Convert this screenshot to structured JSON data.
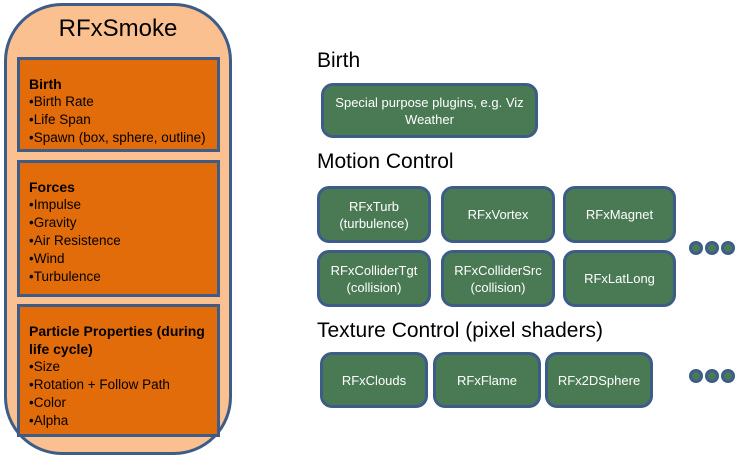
{
  "colors": {
    "peach": "#FAC090",
    "orange": "#E36C0A",
    "border-blue": "#3D5C87",
    "green": "#4A7A54",
    "heading-text": "#000000",
    "box-text": "#FFFFFF"
  },
  "left_panel": {
    "title": "RFxSmoke",
    "boxes": [
      {
        "heading": "Birth",
        "items": [
          "Birth Rate",
          "Life Span",
          "Spawn (box, sphere, outline)"
        ]
      },
      {
        "heading": "Forces",
        "items": [
          "Impulse",
          "Gravity",
          "Air Resistence",
          "Wind",
          "Turbulence"
        ]
      },
      {
        "heading": "Particle Properties (during life cycle)",
        "items": [
          "Size",
          "Rotation + Follow Path",
          "Color",
          "Alpha"
        ]
      }
    ]
  },
  "right": {
    "sections": [
      {
        "heading": "Birth",
        "plugins": [
          "Special purpose plugins, e.g. Viz Weather"
        ],
        "ellipsis": false
      },
      {
        "heading": "Motion Control",
        "plugins": [
          "RFxTurb (turbulence)",
          "RFxVortex",
          "RFxMagnet",
          "RFxColliderTgt (collision)",
          "RFxColliderSrc (collision)",
          "RFxLatLong"
        ],
        "ellipsis": true
      },
      {
        "heading": "Texture Control (pixel shaders)",
        "plugins": [
          "RFxClouds",
          "RFxFlame",
          "RFx2DSphere"
        ],
        "ellipsis": true
      }
    ]
  }
}
